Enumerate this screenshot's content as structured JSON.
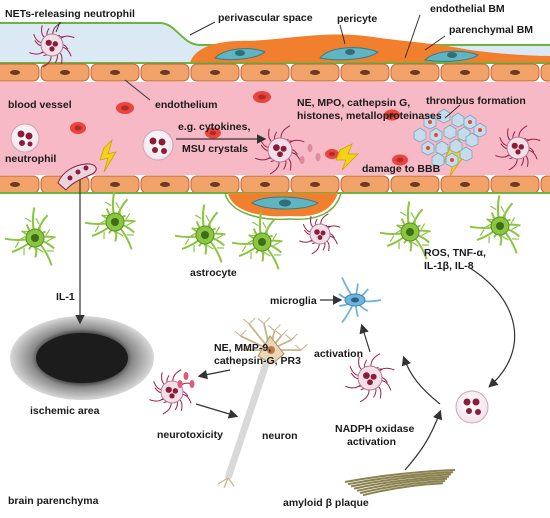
{
  "labels": {
    "nets_neutrophil": "NETs-releasing neutrophil",
    "perivascular_space": "perivascular space",
    "pericyte": "pericyte",
    "endothelial_bm": "endothelial BM",
    "parenchymal_bm": "parenchymal BM",
    "blood_vessel": "blood vessel",
    "endothelium": "endothelium",
    "ne_mpo_line1": "NE, MPO, cathepsin G,",
    "ne_mpo_line2": "histones, metalloproteinases",
    "thrombus": "thrombus formation",
    "neutrophil": "neutrophil",
    "cytokines_line1": "e.g. cytokines,",
    "cytokines_line2": "MSU crystals",
    "damage_bbb": "damage to BBB",
    "astrocyte": "astrocyte",
    "ros_line1": "ROS, TNF-α,",
    "ros_line2": "IL-1β, IL-8",
    "il1": "IL-1",
    "microglia": "microglia",
    "activation": "activation",
    "ne_mmp_line1": "NE, MMP-9,",
    "ne_mmp_line2": "cathepsin-G, PR3",
    "ischemic_area": "ischemic area",
    "neurotoxicity": "neurotoxicity",
    "neuron": "neuron",
    "nadph_line1": "NADPH oxidase",
    "nadph_line2": "activation",
    "brain_parenchyma": "brain parenchyma",
    "amyloid": "amyloid β plaque"
  },
  "colors": {
    "vessel_lumen": "#f7b9c6",
    "endothelial_cell": "#f1a36a",
    "endothelial_outline": "#c0603a",
    "pericyte_region": "#f27f2e",
    "pericyte_cell": "#5fb6c2",
    "perivascular": "#dbe9f5",
    "basement_membrane": "#6db33f",
    "rbc": "#e8453c",
    "astrocyte": "#8ac640",
    "microglia": "#6fb4dd",
    "neutrophil_nucleus": "#8b1c3a",
    "net_fibers": "#9b1f4a",
    "thrombus": "#c5dcea",
    "lightning": "#f5d21a",
    "neuron_body": "#e9d7b5",
    "ischemic_core": "#222222",
    "amyloid": "#8a8350"
  }
}
